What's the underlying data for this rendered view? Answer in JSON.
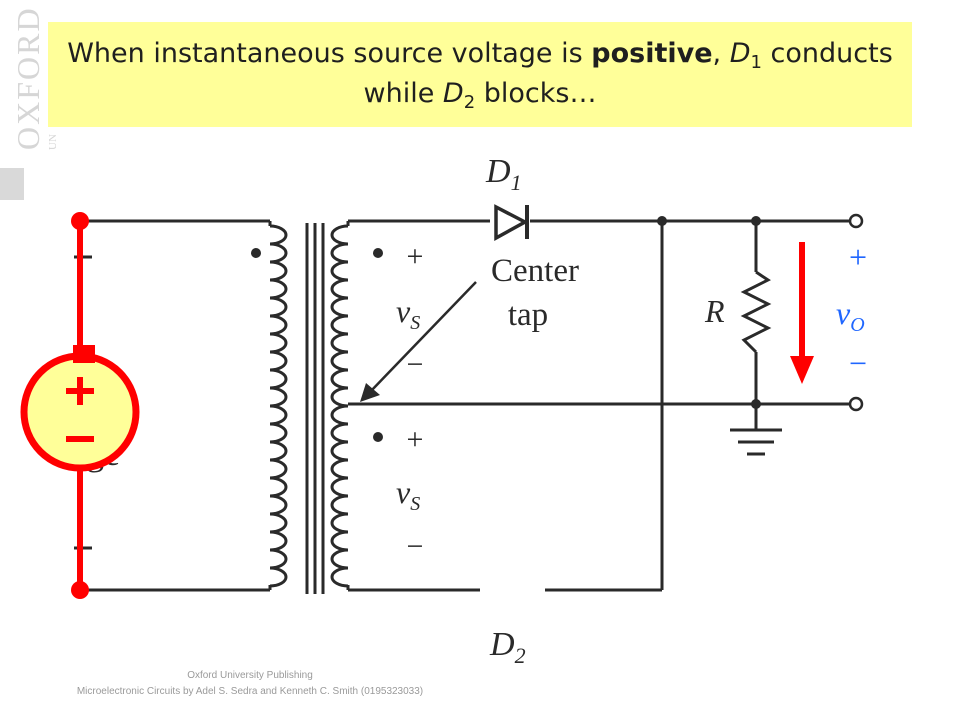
{
  "watermark": {
    "publisher_vertical": "OXFORD",
    "publisher_sub": "UN"
  },
  "title": {
    "part1": "When instantaneous source voltage is ",
    "emphasis": "positive",
    "part2": ", ",
    "d1_italic": "D",
    "d1_sub": "1",
    "part3": " conducts while ",
    "d2_italic": "D",
    "d2_sub": "2",
    "part4": " blocks…"
  },
  "circuit_labels": {
    "d1_letter": "D",
    "d1_sub": "1",
    "d2_letter": "D",
    "d2_sub": "2",
    "center_line1": "Center",
    "center_line2": "tap",
    "plus_top": "+",
    "minus_top": "−",
    "plus_bottom": "+",
    "minus_bottom": "−",
    "vs_v": "v",
    "vs_sub": "S",
    "vs2_v": "v",
    "vs2_sub": "S",
    "resistor": "R",
    "out_plus": "+",
    "out_v": "v",
    "out_sub": "O",
    "out_minus": "−",
    "source_partial": "ge",
    "src_plus": "+",
    "src_minus": "−"
  },
  "colors": {
    "title_bg": "#ffff99",
    "source_red": "#ff0000",
    "output_blue": "#1f66ff",
    "wire": "#2a2a2a"
  },
  "footer": {
    "line1": "Oxford University Publishing",
    "line2": "Microelectronic Circuits by Adel S. Sedra and Kenneth C. Smith (0195323033)"
  }
}
